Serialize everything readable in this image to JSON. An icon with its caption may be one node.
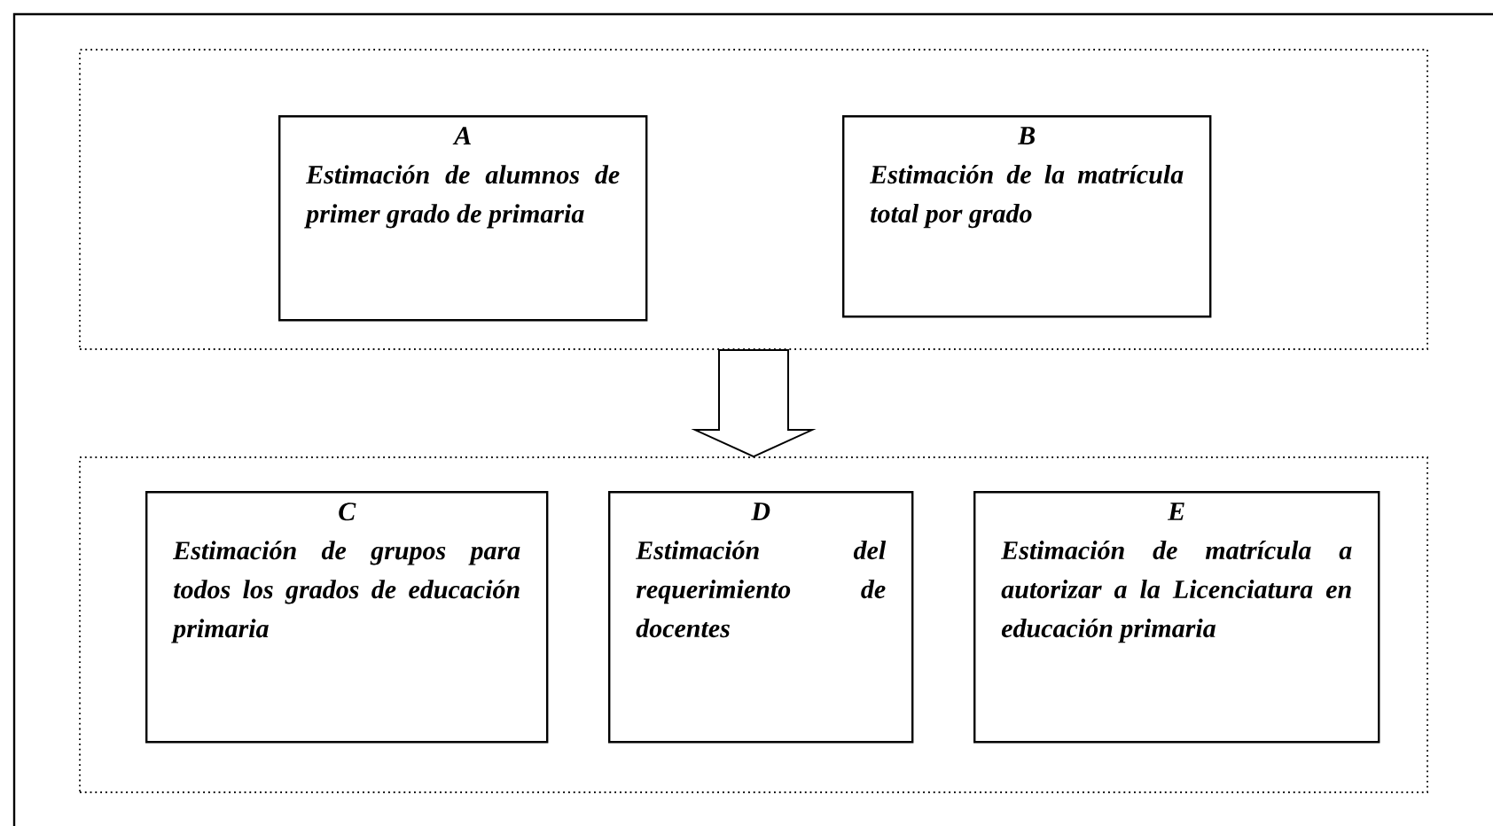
{
  "diagram": {
    "nodes": [
      {
        "text": [],
        "shape": "box"
      },
      {
        "text": [
          "A",
          "Estimación de alumnos de primer grado de primaria"
        ],
        "in": 0
      },
      {
        "text": [
          "B",
          "Estimación de la matrícula total por grado"
        ],
        "in": 0
      },
      {
        "text": [],
        "shape": "box"
      },
      {
        "text": [
          "C",
          "Estimación de grupos para todos los grados de educación primaria"
        ],
        "in": 3
      },
      {
        "text": [
          "D",
          "Estimación del requerimiento de docentes"
        ],
        "in": 3
      },
      {
        "text": [
          "E",
          "Estimación de matrícula a autorizar a la Licenciatura en educación primaria"
        ],
        "in": 3
      }
    ],
    "edges": [
      {
        "from": 0,
        "to": 3,
        "arrow": "to"
      }
    ]
  }
}
